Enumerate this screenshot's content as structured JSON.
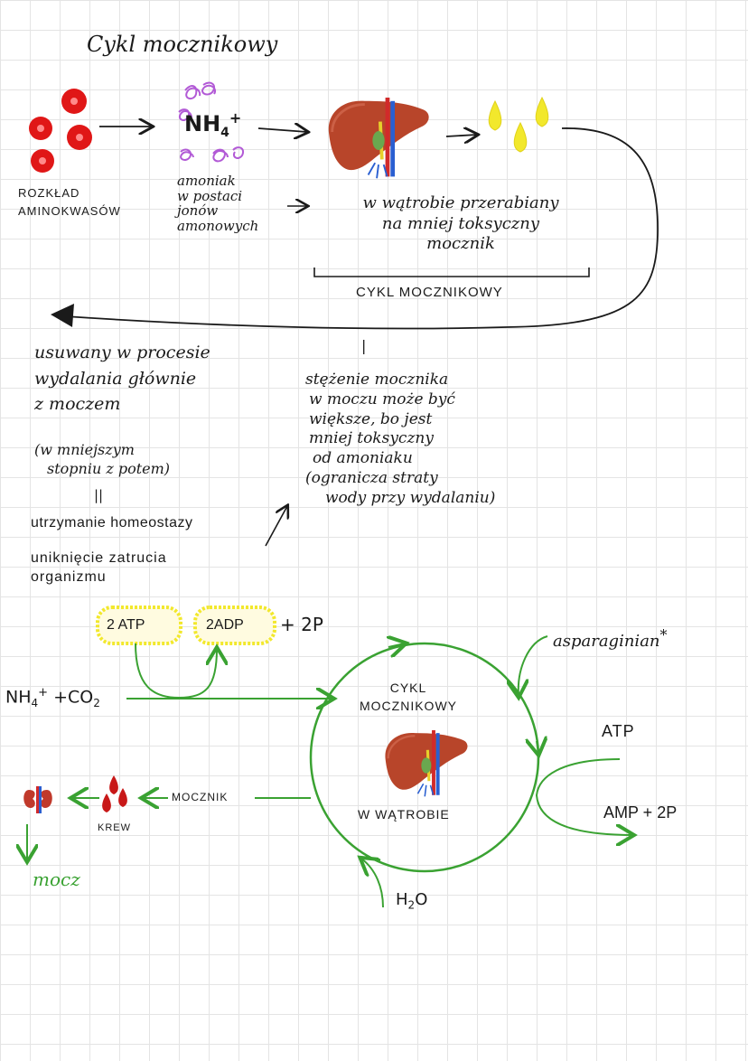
{
  "title": "Cykl mocznikowy",
  "top": {
    "left_label": [
      "ROZKŁAD",
      "AMINOKWASÓW"
    ],
    "nh4": "NH",
    "nh4_sub": "4",
    "nh4_sup": "+",
    "ammonia_text": [
      "amoniak",
      "w postaci",
      "jonów",
      "amonowych"
    ],
    "liver_text": [
      "w wątrobie przerabiany",
      "na mniej toksyczny",
      "mocznik"
    ],
    "bracket_label": "CYKL MOCZNIKOWY"
  },
  "middle": {
    "left_text": [
      "usuwany w procesie",
      "wydalania głównie",
      "z moczem",
      "(w mniejszym",
      "stopniu z potem)"
    ],
    "equals": "||",
    "homeostasis": "utrzymanie homeostazy",
    "poisoning": [
      "uniknięcie zatrucia",
      "organizmu"
    ],
    "divider": "|",
    "right_text": [
      "stężenie mocznika",
      "w moczu może być",
      "większe, bo jest",
      "mniej toksyczny",
      "od amoniaku",
      "(ogranicza straty",
      "wody przy wydalaniu)"
    ]
  },
  "cycle": {
    "atp_in": "2 ATP",
    "adp_out": "2ADP",
    "plus_p": "+ 2P",
    "substrate_main": "NH",
    "substrate_sub": "4",
    "substrate_sup": "+",
    "substrate_rest": "+CO",
    "substrate_rest_sub": "2",
    "aspartate": "asparaginian",
    "asterisk": "*",
    "center_label": [
      "CYKL",
      "MOCZNIKOWY"
    ],
    "location": "W WĄTROBIE",
    "atp": "ATP",
    "amp": "AMP + 2P",
    "urea": "MOCZNIK",
    "blood": "KREW",
    "urine": "mocz",
    "water": "H",
    "water_sub": "2",
    "water_rest": "O"
  },
  "colors": {
    "green": "#3aa232",
    "red": "#e01717",
    "yellow": "#f2e82c",
    "purple": "#b25ad6",
    "liver": "#b8452a"
  }
}
